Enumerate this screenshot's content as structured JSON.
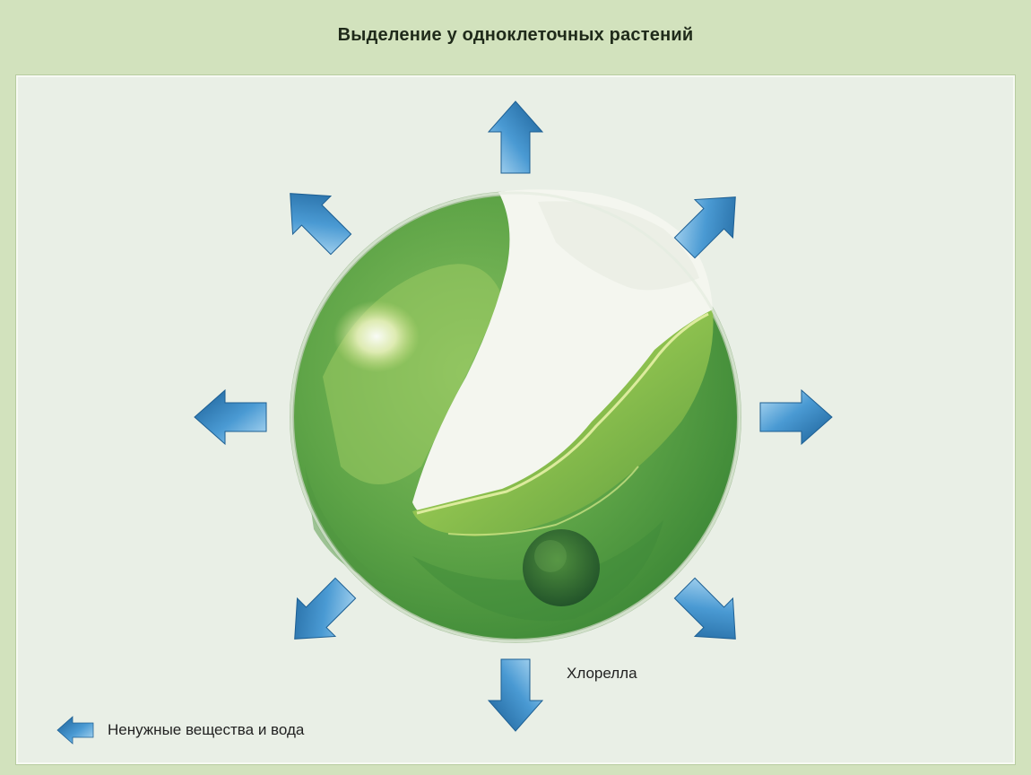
{
  "title": "Выделение у одноклеточных растений",
  "organism_label": "Хлорелла",
  "legend": {
    "icon": "arrow-left-icon",
    "label": "Ненужные вещества и вода"
  },
  "colors": {
    "background": "#d2e2bd",
    "panel": "#e9efe6",
    "arrow": "#2f86c6",
    "cell_green": "#5fa44a",
    "vacuole": "#f4f6ef"
  }
}
